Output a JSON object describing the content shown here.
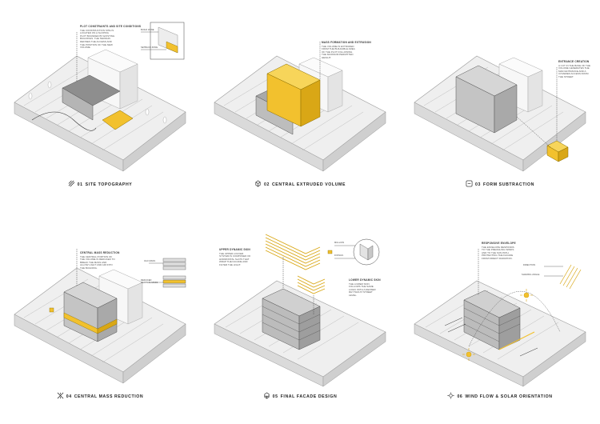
{
  "panels": [
    {
      "number": "01",
      "title": "SITE TOPOGRAPHY",
      "icon": "contour-lines-icon",
      "note": {
        "title": "PLOT CONSTRAINTS AND SITE CONDITIONS",
        "body": "THE CONSTRUCTION SITE IS LOCATED ON A SLOPING PLOT BOUNDED BY EXISTING BUILDINGS. THE TERRAIN DEFINES THE ACCESS AND THE POSITION OF THE NEW VOLUME."
      },
      "inset_labels": [
        "BUILD ZONE",
        "SETBACK ZONE"
      ]
    },
    {
      "number": "02",
      "title": "CENTRAL EXTRUDED VOLUME",
      "icon": "extruded-cube-icon",
      "note": {
        "title": "MASS FORMATION AND EXTRUSION",
        "body": "THE VOLUME IS EXTRUDED FROM THE BUILDABLE AREA OF THE PLOT FOLLOWING THE MAXIMUM PERMITTED HEIGHT."
      }
    },
    {
      "number": "03",
      "title": "FORM SUBTRACTION",
      "icon": "subtraction-icon",
      "note": {
        "title": "ENTRANCE CREATION",
        "body": "A CUT IN THE BASE OF THE VOLUME GENERATES THE MAIN ENTRANCE AND A COVERED ACCESS FROM THE STREET."
      }
    },
    {
      "number": "04",
      "title": "CENTRAL MASS REDUCTION",
      "icon": "reduction-cross-icon",
      "note": {
        "title": "CENTRAL MASS REDUCTION",
        "body": "THE CENTRAL PORTION OF THE VOLUME IS REDUCED TO BREAK THE MASS AND ALLOW LIGHT AND AIR INTO THE BUILDING."
      },
      "inset_labels": [
        "OLD MASS",
        "REDUCED CENTRAL MASS"
      ]
    },
    {
      "number": "05",
      "title": "FINAL FACADE DESIGN",
      "icon": "facade-cube-icon",
      "note": {
        "title": "UPPER DYNAMIC SKIN",
        "body": "THE UPPER LOUVER SYSTEM IS COMPOSED OF HORIZONTAL SLATS THAT WRAP THE FACADE AND FILTER THE LIGHT."
      },
      "note2": {
        "title": "LOWER DYNAMIC SKIN",
        "body": "THE LOWER SKIN FOLLOWS THE SAME LOGIC WITH A DENSER RHYTHM AT STREET LEVEL."
      },
      "inset_labels": [
        "MULLION",
        "FIXINGS"
      ]
    },
    {
      "number": "06",
      "title": "WIND FLOW & SOLAR ORIENTATION",
      "icon": "sun-wind-icon",
      "note": {
        "title": "RESPONSIVE ENVELOPE",
        "body": "THE ENVELOPE RESPONDS TO THE PREVAILING WINDS AND TO THE SUN PATH, PROTECTING THE FACADE FROM DIRECT RADIATION."
      },
      "inset_labels": [
        "DIRECTION",
        "SHADING ANGLE"
      ]
    }
  ],
  "colors": {
    "accent": "#f2c12e",
    "massing": "#c8c8c8",
    "massing_dark": "#9a9a9a",
    "terrain": "#e9e9e9",
    "line": "#7d7d7d"
  }
}
